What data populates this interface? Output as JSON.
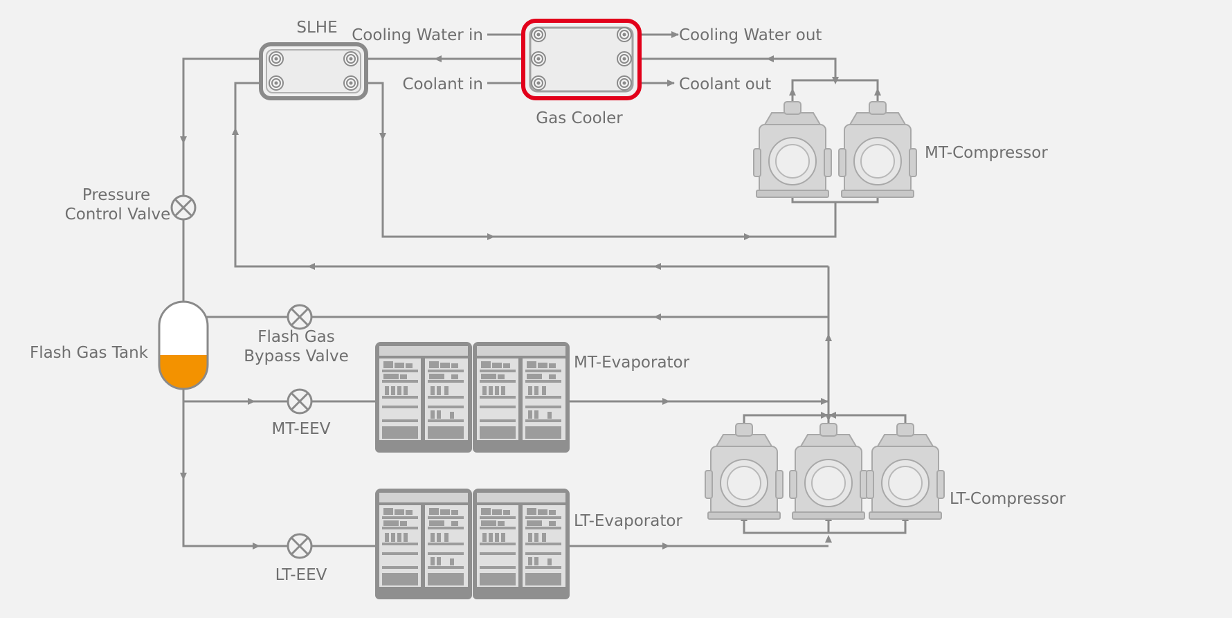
{
  "colors": {
    "background": "#f2f2f2",
    "pipe": "#8a8a8a",
    "label": "#6f6f6f",
    "gas_cooler_frame": "#e2001a",
    "tank_liquid": "#f39200",
    "cabinet": "#9a9a9a",
    "compressor": "#d9d9d9"
  },
  "labels": {
    "slhe": "SLHE",
    "cooling_water_in": "Cooling Water in",
    "cooling_water_out": "Cooling Water out",
    "coolant_in": "Coolant in",
    "coolant_out": "Coolant out",
    "gas_cooler": "Gas Cooler",
    "mt_compressor": "MT-Compressor",
    "pressure_control_valve_line1": "Pressure",
    "pressure_control_valve_line2": "Control Valve",
    "flash_gas_tank": "Flash Gas Tank",
    "flash_gas_bypass_line1": "Flash Gas",
    "flash_gas_bypass_line2": "Bypass Valve",
    "mt_evaporator": "MT-Evaporator",
    "mt_eev": "MT-EEV",
    "lt_evaporator": "LT-Evaporator",
    "lt_eev": "LT-EEV",
    "lt_compressor": "LT-Compressor"
  },
  "icons": {
    "valve": "valve-icon",
    "compressor": "compressor-icon",
    "cabinet": "refrigerated-cabinet-icon",
    "heat_exchanger": "heat-exchanger-icon",
    "tank": "tank-icon"
  }
}
